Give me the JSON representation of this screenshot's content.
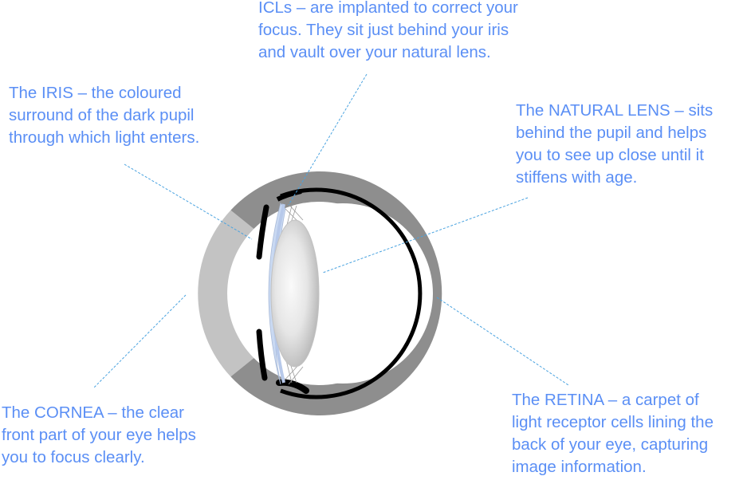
{
  "colors": {
    "label_text": "#5b8ff5",
    "leader_line": "#4aa3e0",
    "sclera": "#8e8e8e",
    "cornea": "#c3c3c3",
    "retina": "#000000",
    "iris": "#000000",
    "icl": "#c9d9f2",
    "lens_light": "#fafafa",
    "lens_dark": "#bdbdbd"
  },
  "labels": {
    "icl": [
      "ICLs – are implanted to correct your",
      "focus. They sit just behind your iris",
      "and vault over your natural lens."
    ],
    "iris": [
      "The IRIS – the coloured",
      "surround of the dark pupil",
      "through which light enters."
    ],
    "natural_lens": [
      "The NATURAL LENS – sits",
      "behind the pupil and helps",
      "you to see up close until it",
      "stiffens with age."
    ],
    "cornea": [
      "The CORNEA – the clear",
      "front part of your eye helps",
      "you to focus clearly."
    ],
    "retina": [
      "The RETINA – a carpet of",
      "light receptor cells lining the",
      "back of your eye, capturing",
      "image information."
    ]
  }
}
